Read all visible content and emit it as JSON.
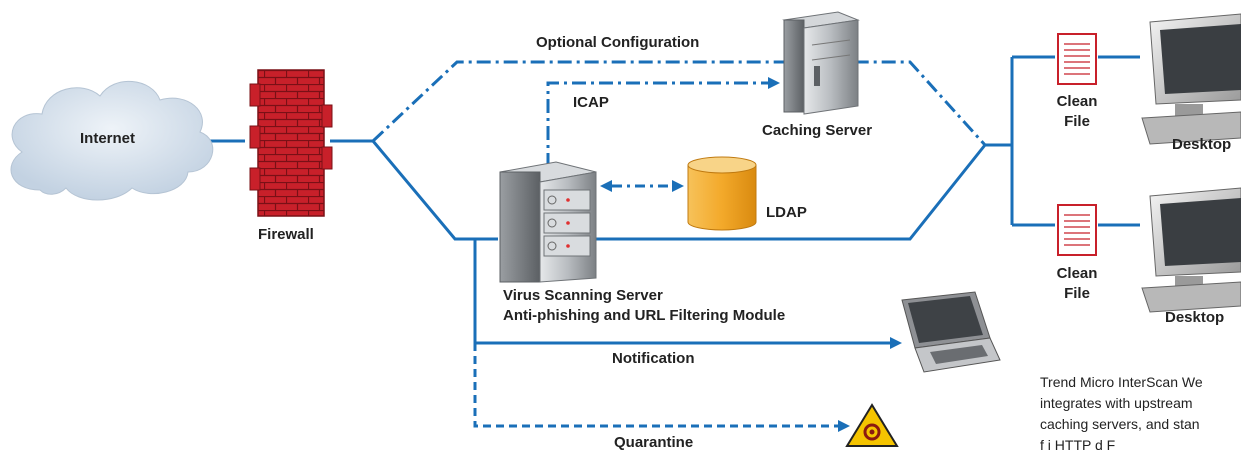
{
  "labels": {
    "internet": "Internet",
    "firewall": "Firewall",
    "optional_config": "Optional Configuration",
    "icap": "ICAP",
    "caching_server": "Caching Server",
    "ldap": "LDAP",
    "virus_server_line1": "Virus Scanning Server",
    "virus_server_line2": "Anti-phishing and URL Filtering Module",
    "notification": "Notification",
    "quarantine": "Quarantine",
    "clean_file_top_1": "Clean",
    "clean_file_top_2": "File",
    "clean_file_bottom_1": "Clean",
    "clean_file_bottom_2": "File",
    "desktop_top": "Desktop",
    "desktop_bottom": "Desktop"
  },
  "caption": {
    "line1": "Trend Micro InterScan We",
    "line2": "integrates with upstream",
    "line3": "caching servers, and stan",
    "line4": "f          i   HTTP   d F"
  },
  "colors": {
    "line_blue": "#1a6fb8",
    "firewall_red": "#c8202a",
    "cloud": "#cfdbe8",
    "ldap_orange": "#f0a020",
    "file_red": "#c8202a"
  },
  "icons": {
    "cloud": "cloud-icon",
    "firewall": "brick-wall-icon",
    "server": "server-tower-icon",
    "database": "database-cylinder-icon",
    "laptop": "laptop-icon",
    "biohazard": "biohazard-warning-icon",
    "file": "document-icon",
    "desktop": "desktop-computer-icon"
  }
}
